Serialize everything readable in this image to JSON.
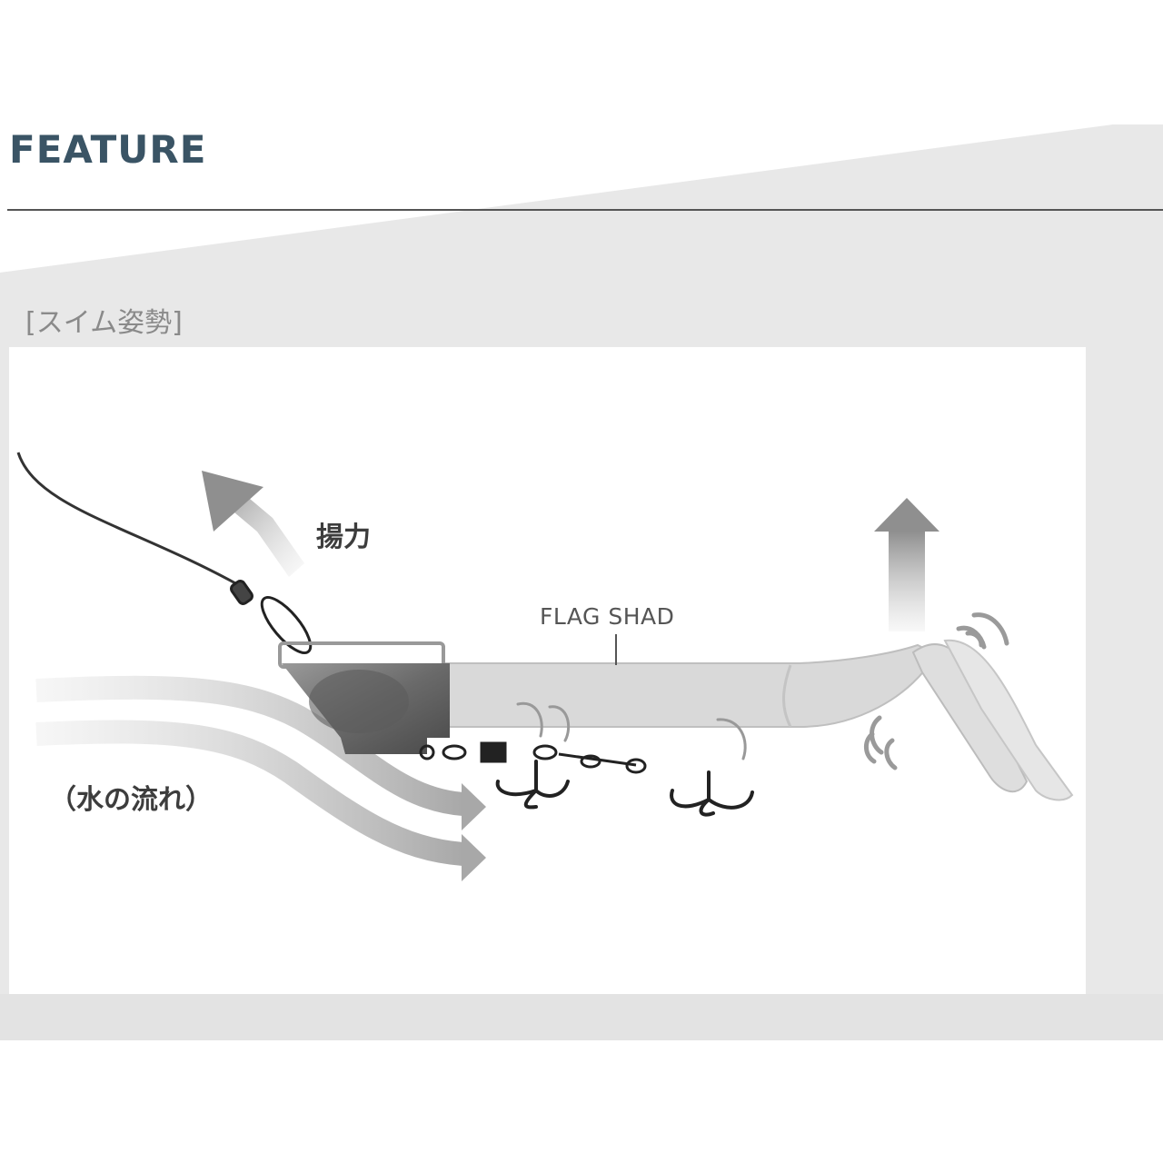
{
  "header": {
    "title": "FEATURE"
  },
  "diagram": {
    "section_title": "[スイム姿勢]",
    "lift_label": "揚力",
    "water_flow_label": "（水の流れ）",
    "product_label": "FLAG SHAD"
  },
  "colors": {
    "title": "#3a5465",
    "panel_gray": "#e6e6e6",
    "panel_white": "#ffffff",
    "sinker": "#6e6e6e",
    "body": "#d9d9d9"
  }
}
